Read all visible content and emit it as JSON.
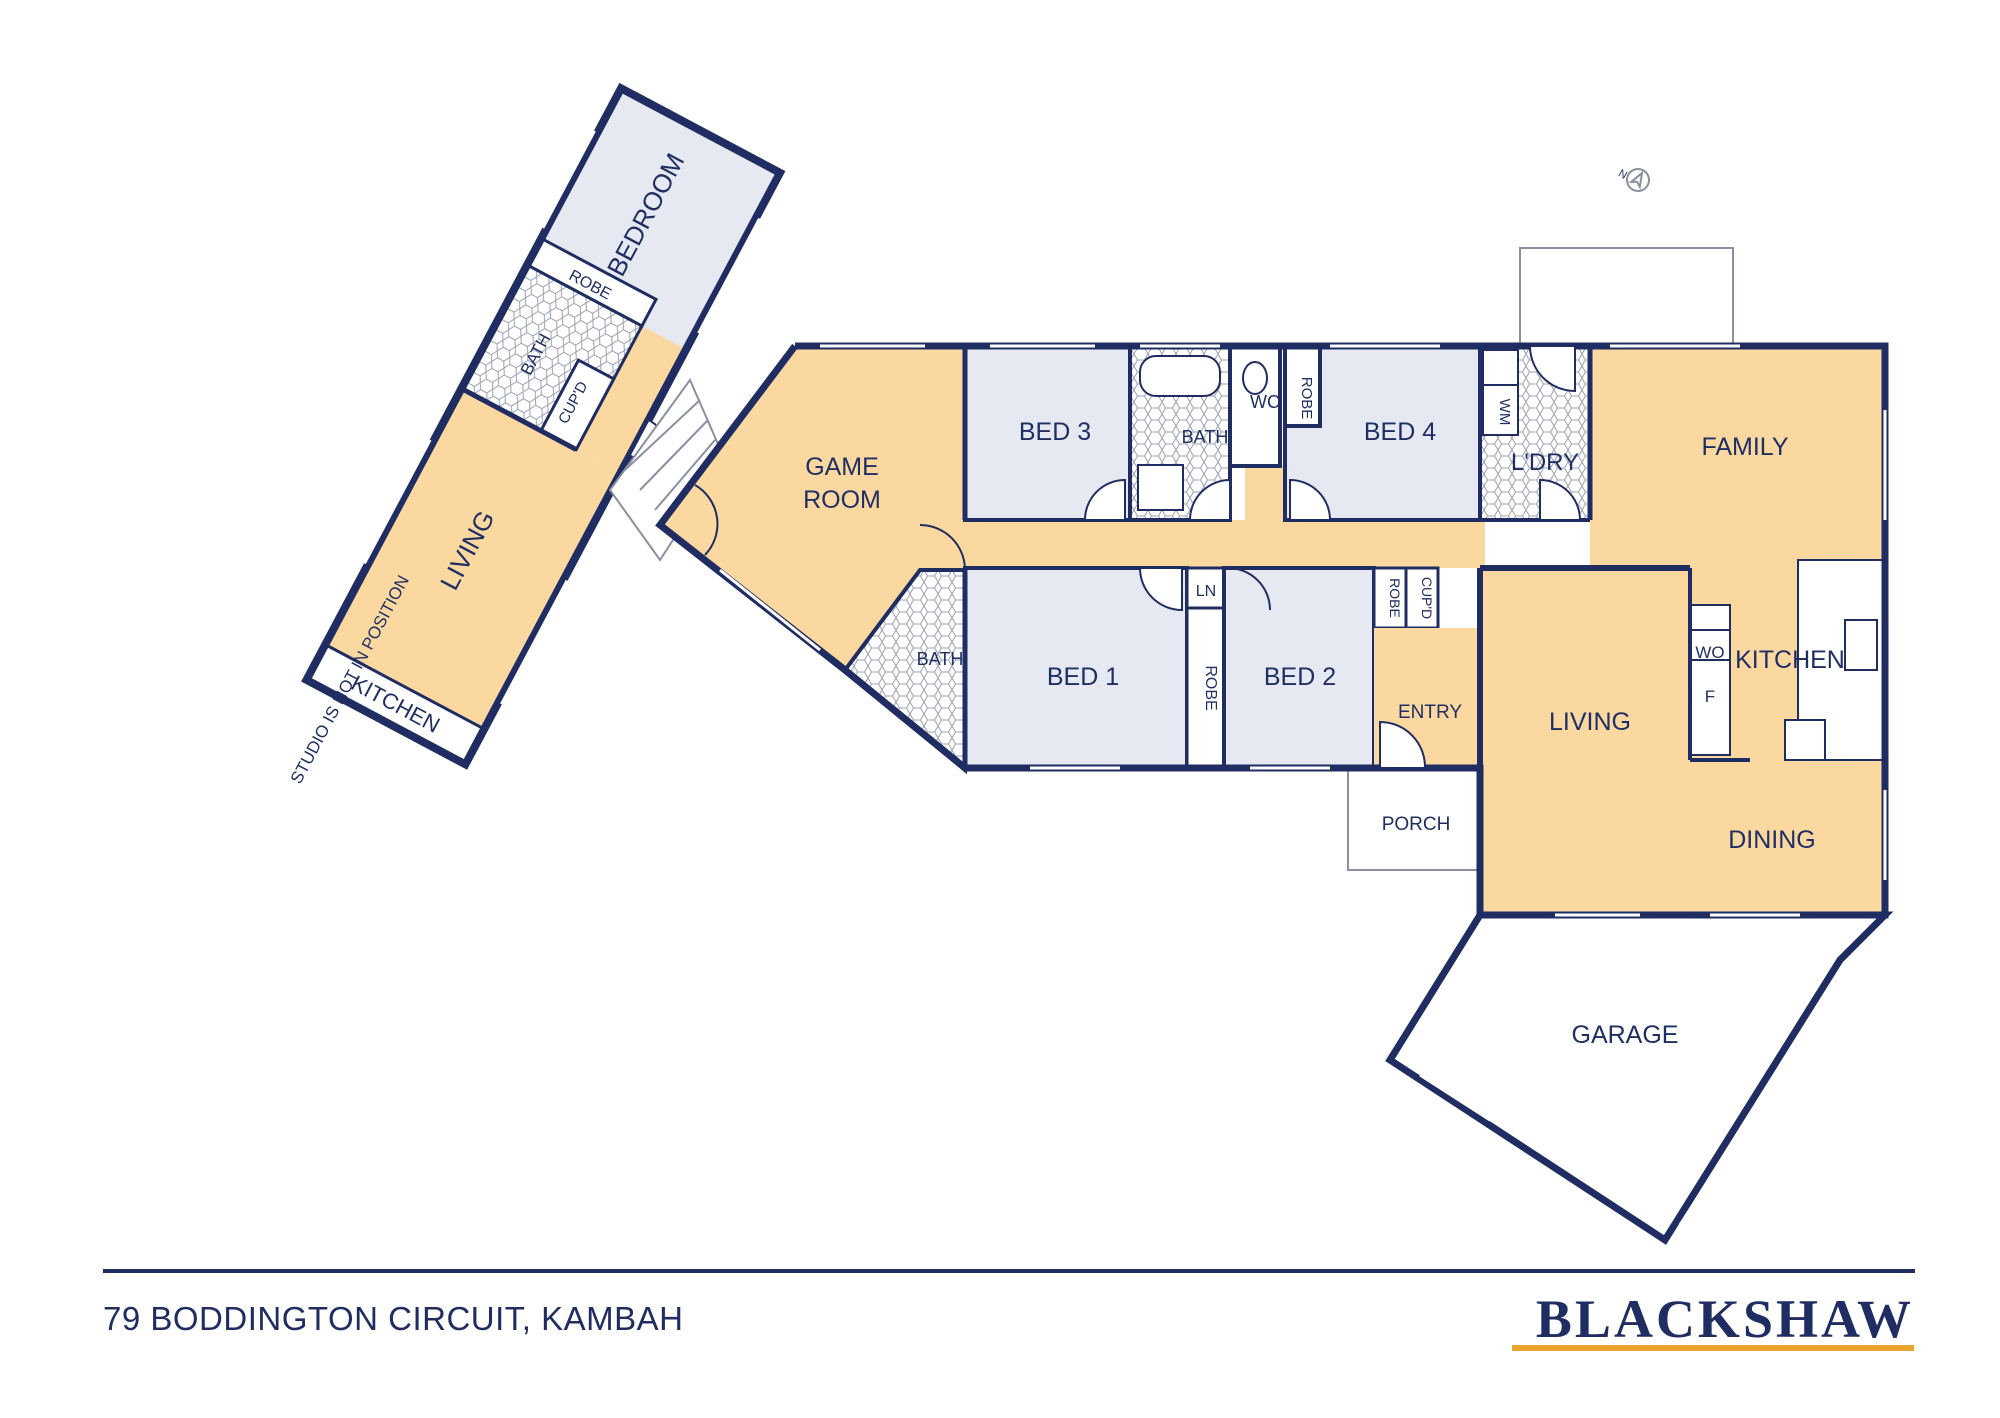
{
  "studio": {
    "bedroom": "BEDROOM",
    "robe": "ROBE",
    "bath": "BATH",
    "cupd": "CUP'D",
    "living": "LIVING",
    "kitchen": "KITCHEN",
    "note": "STUDIO IS NOT IN POSITION"
  },
  "house": {
    "game_room_1": "GAME",
    "game_room_2": "ROOM",
    "bed3": "BED 3",
    "bath_upper": "BATH",
    "wc": "WC",
    "robe_upper": "ROBE",
    "bed4": "BED 4",
    "wm": "WM",
    "laundry": "L'DRY",
    "family": "FAMILY",
    "bath_lower": "BATH",
    "bed1": "BED 1",
    "ln": "LN",
    "robe_bed1": "ROBE",
    "bed2": "BED 2",
    "robe_bed2": "ROBE",
    "cupd": "CUP'D",
    "entry": "ENTRY",
    "porch": "PORCH",
    "living": "LIVING",
    "wo": "WO",
    "f": "F",
    "kitchen": "KITCHEN",
    "dining": "DINING",
    "garage": "GARAGE",
    "north": "N"
  },
  "footer": {
    "address": "79 BODDINGTON CIRCUIT, KAMBAH",
    "brand": "BLACKSHAW"
  },
  "colors": {
    "wall": "#1f2d63",
    "living_fill": "#fad8a0",
    "bed_fill": "#e6e9f1",
    "wet_fill": "#ffffff",
    "accent": "#e9a430"
  }
}
